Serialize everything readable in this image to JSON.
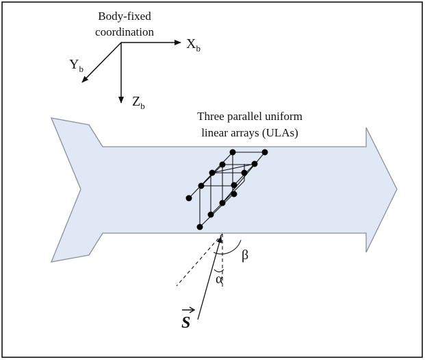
{
  "diagram": {
    "frame_title_line1": "Body-fixed",
    "frame_title_line2": "coordination",
    "axis_x": "X",
    "axis_x_sub": "b",
    "axis_y": "Y",
    "axis_y_sub": "b",
    "axis_z": "Z",
    "axis_z_sub": "b",
    "array_label_line1": "Three parallel uniform",
    "array_label_line2": "linear arrays (ULAs)",
    "angle_alpha": "α",
    "angle_beta": "β",
    "signal_vector": "S"
  },
  "colors": {
    "arrow_fill": "#dfe8f4",
    "arrow_stroke": "#8a8f97",
    "ink": "#111111"
  }
}
